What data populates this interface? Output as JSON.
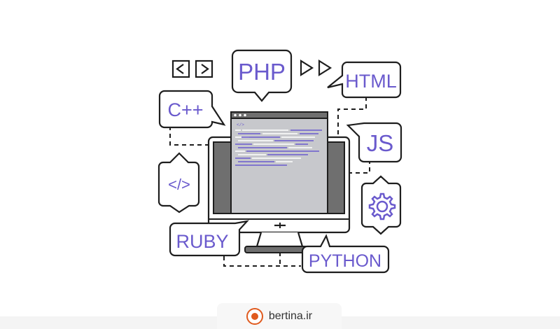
{
  "labels": {
    "php": "PHP",
    "html": "HTML",
    "cpp": "C++",
    "js": "JS",
    "ruby": "RUBY",
    "python": "PYTHON",
    "code_symbol": "</>",
    "editor_tag": "</>"
  },
  "footer": {
    "site": "bertina.ir"
  },
  "colors": {
    "outline": "#1e1e1e",
    "accent": "#6a5acd",
    "screen": "#c7c8cc",
    "bezel": "#6f6f6f",
    "brand": "#e05a1e"
  }
}
